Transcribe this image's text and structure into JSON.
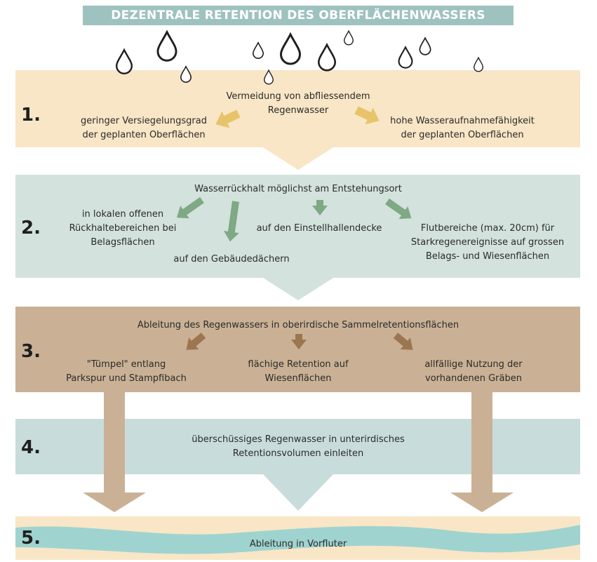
{
  "title": "DEZENTRALE RETENTION DES OBERFLÄCHENWASSERS",
  "icons": [
    "raindrop-icon"
  ],
  "colors": {
    "title_bar": "#9ec2c0",
    "band_1": "#f8e6c6",
    "band_2": "#d3e2dd",
    "band_3": "#cab195",
    "band_4": "#c9dcdc",
    "band_5": "#f8e6c6",
    "arrow_yellow": "#e7c46a",
    "arrow_green": "#7fa884",
    "arrow_brown": "#9b7650",
    "water": "#9fd3d0"
  },
  "steps": [
    {
      "number": "1.",
      "main": [
        "Vermeidung von abfliessendem",
        "Regenwasser"
      ],
      "left": [
        "geringer Versiegelungsgrad",
        "der geplanten Oberflächen"
      ],
      "right": [
        "hohe Wasseraufnahmefähigkeit",
        "der geplanten Oberflächen"
      ]
    },
    {
      "number": "2.",
      "main": "Wasserrückhalt möglichst am Entstehungsort",
      "a": [
        "in lokalen offenen",
        "Rückhaltebereichen bei",
        "Belagsflächen"
      ],
      "b": "auf den Gebäudedächern",
      "c": "auf den Einstellhallendecke",
      "d": [
        "Flutbereiche (max. 20cm) für",
        "Starkregenereignisse auf grossen",
        "Belags- und Wiesenflächen"
      ]
    },
    {
      "number": "3.",
      "main": "Ableitung des Regenwassers in oberirdische Sammelretentionsflächen",
      "left": [
        "\"Tümpel\" entlang",
        "Parkspur und Stampfibach"
      ],
      "middle": [
        "flächige Retention auf",
        "Wiesenflächen"
      ],
      "right": [
        "allfällige Nutzung der",
        "vorhandenen Gräben"
      ]
    },
    {
      "number": "4.",
      "main": [
        "überschüssiges Regenwasser in unterirdisches",
        "Retentionsvolumen einleiten"
      ]
    },
    {
      "number": "5.",
      "main": "Ableitung in Vorfluter"
    }
  ]
}
